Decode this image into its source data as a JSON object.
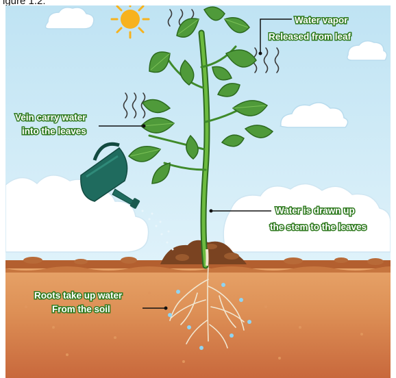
{
  "top_caption": "igure 1.2:",
  "labels": {
    "water_vapor_line1": "Water vapor",
    "water_vapor_line2": "Released from leaf",
    "vein_line1": "Vein carry water",
    "vein_line2": "into the leaves",
    "stem_line1": "Water is drawn up",
    "stem_line2": "the stem to the leaves",
    "roots_line1": "Roots take up water",
    "roots_line2": "From the soil"
  },
  "colors": {
    "sky": "#cfe9f6",
    "label_outline": "#2f7a1f",
    "leaf": "#4f9a3a",
    "soil_top": "#e7a165",
    "soil_bottom": "#c9683a"
  }
}
